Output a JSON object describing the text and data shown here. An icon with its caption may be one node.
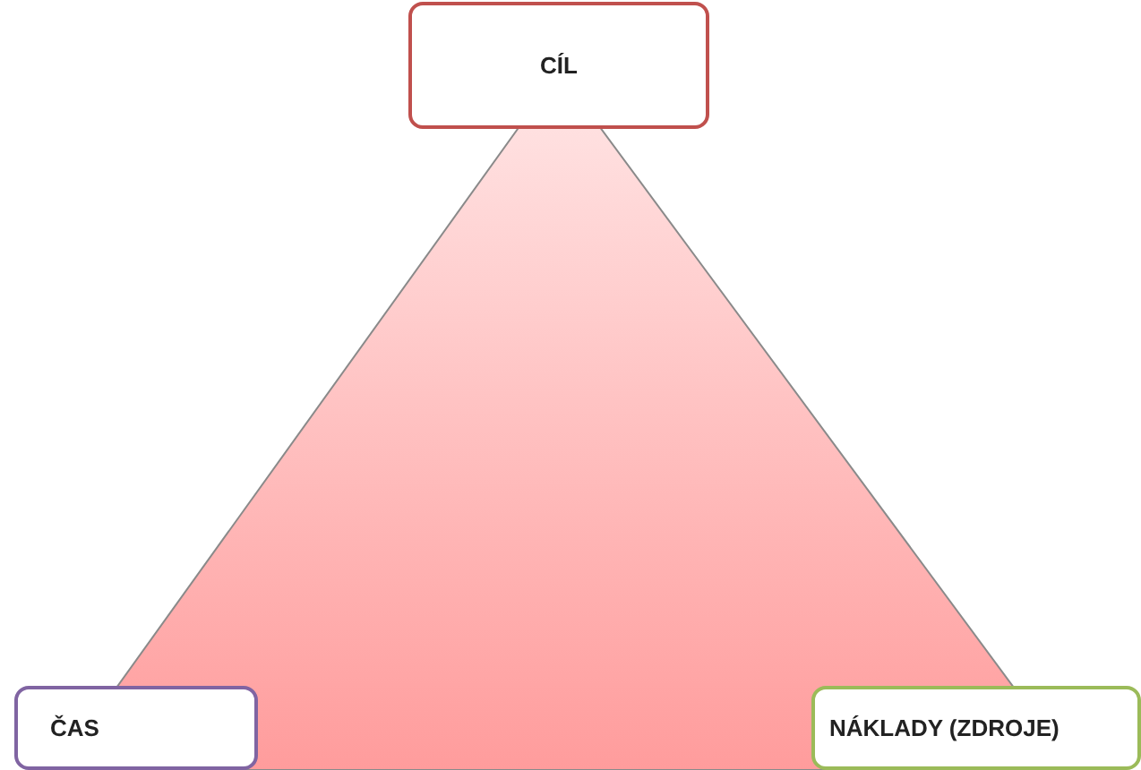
{
  "diagram": {
    "nodes": [
      {
        "text": [
          "CÍL"
        ]
      },
      {
        "text": [
          "ČAS"
        ]
      },
      {
        "text": [
          "NÁKLADY (ZDROJE)"
        ]
      }
    ]
  }
}
